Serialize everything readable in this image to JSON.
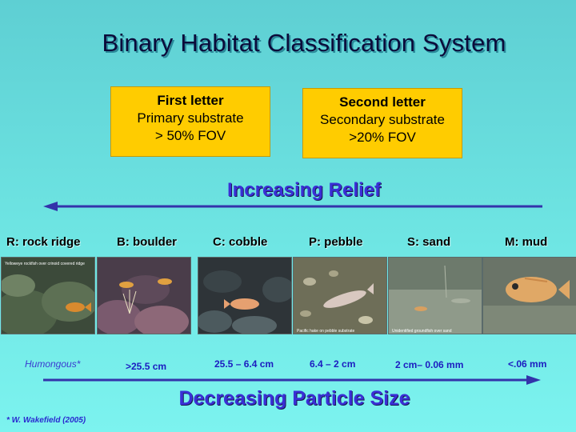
{
  "slide": {
    "title": "Binary Habitat Classification System",
    "first_box": {
      "head": "First letter",
      "line1": "Primary substrate",
      "line2": "> 50% FOV"
    },
    "second_box": {
      "head": "Second letter",
      "line1": "Secondary substrate",
      "line2": ">20% FOV"
    },
    "relief_label": "Increasing Relief",
    "particle_label": "Decreasing Particle Size",
    "footnote": "* W. Wakefield (2005)",
    "habitats": [
      {
        "label": "R:  rock ridge",
        "size": "Humongous*",
        "photo_caption": "Yelloweye rockfish over crinoid covered ridge"
      },
      {
        "label": "B:  boulder",
        "size": ">25.5 cm"
      },
      {
        "label": "C:  cobble",
        "size": "25.5 – 6.4 cm"
      },
      {
        "label": "P:  pebble",
        "size": "6.4 – 2 cm",
        "photo_caption": "Pacific hake on pebble substrate"
      },
      {
        "label": "S:  sand",
        "size": "2 cm– 0.06 mm",
        "photo_caption": "Unidentified groundfish over sand"
      },
      {
        "label": "M:  mud",
        "size": "<.06 mm"
      }
    ],
    "colors": {
      "box": "#ffcc00",
      "arrow": "#3333aa",
      "heading_blue": "#3a2fd6"
    }
  }
}
